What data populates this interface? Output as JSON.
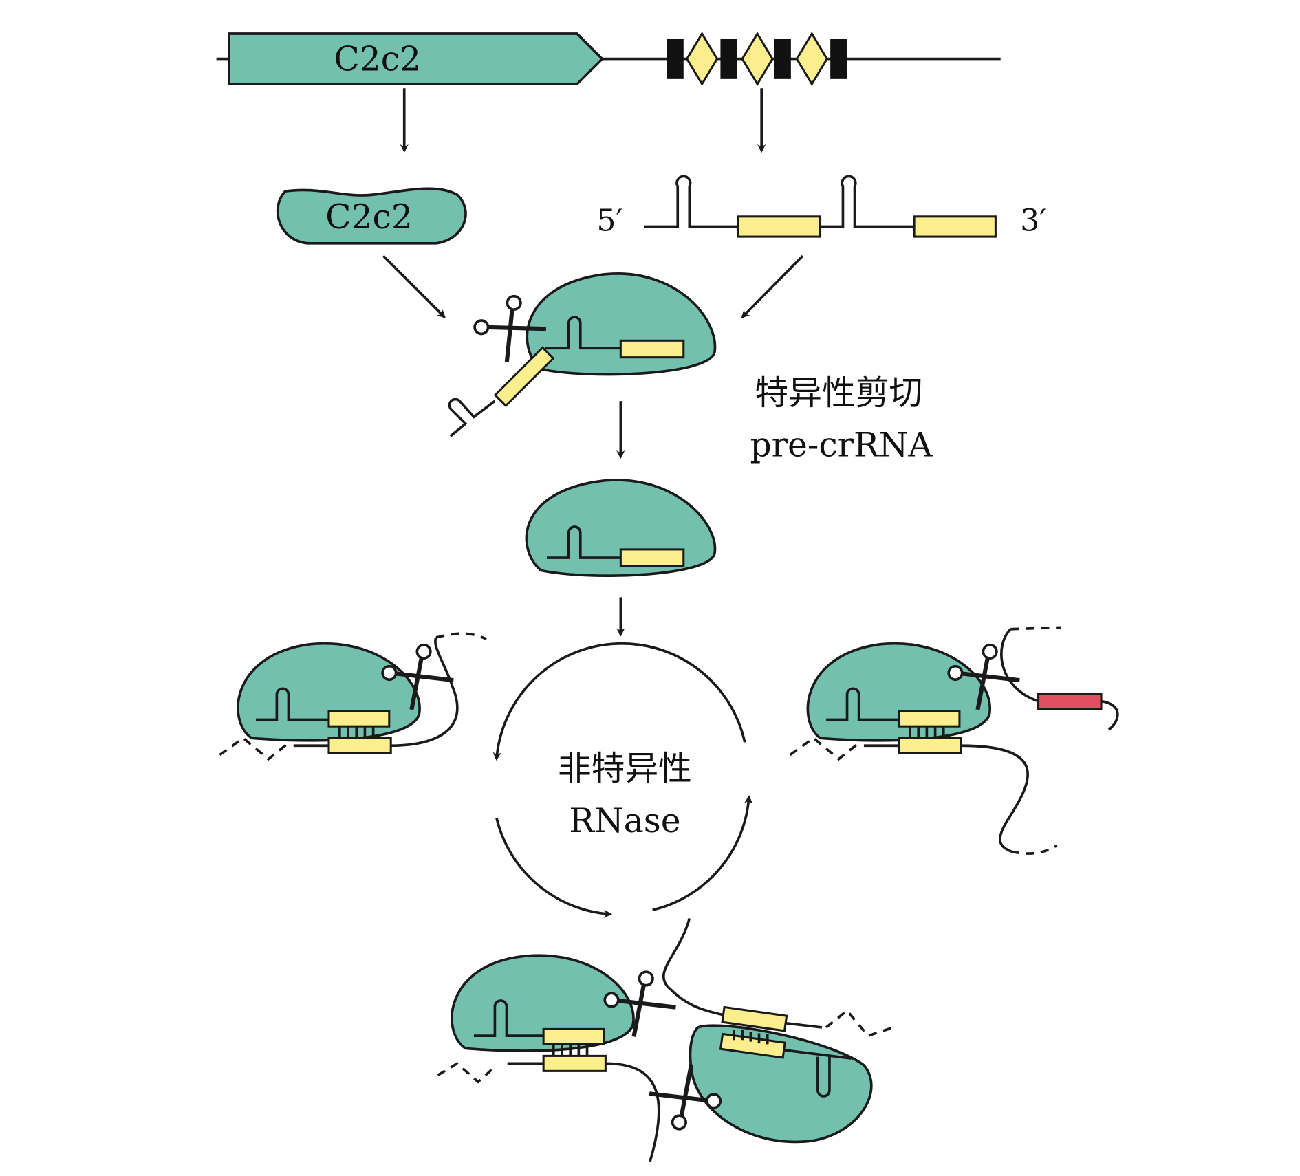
{
  "gene": {
    "label": "C2c2"
  },
  "protein": {
    "label": "C2c2"
  },
  "crrna": {
    "five_prime": "5′",
    "three_prime": "3′"
  },
  "step_specific": {
    "line1": "特异性剪切",
    "line2": "pre-crRNA"
  },
  "step_nonspecific": {
    "line1": "非特异性",
    "line2": "RNase"
  },
  "colors": {
    "protein": "#74c0af",
    "spacer": "#fbef8d",
    "reporter": "#e0505e",
    "stroke": "#1a1a1a"
  }
}
